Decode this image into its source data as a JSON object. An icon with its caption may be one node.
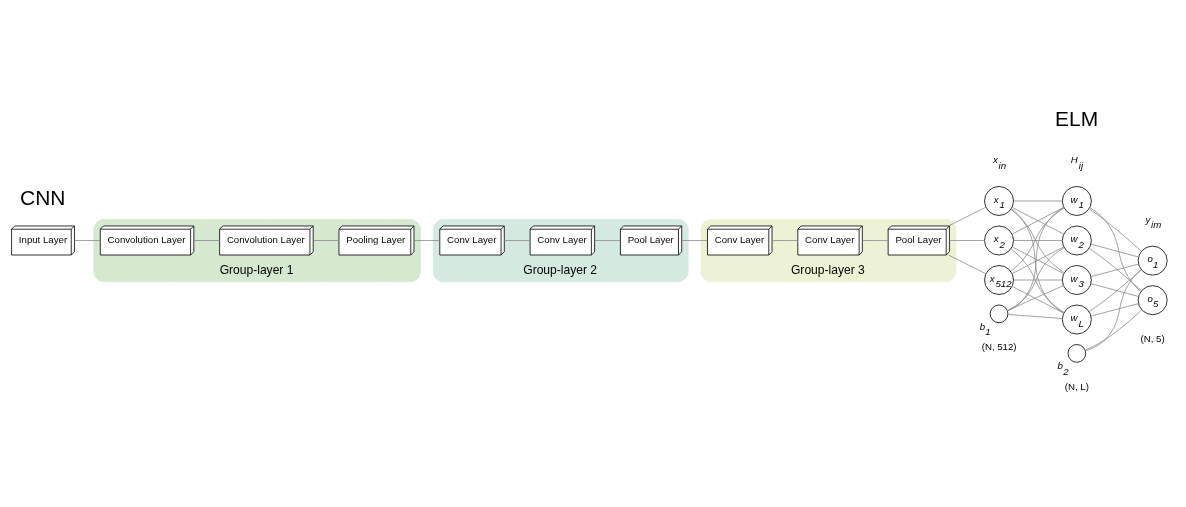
{
  "diagram": {
    "nodes": [
      {
        "text": [
          "Input Layer"
        ]
      },
      {
        "text": [
          "Group-layer 1"
        ]
      },
      {
        "text": [
          "Convolution Layer"
        ],
        "in": 1
      },
      {
        "text": [
          "Convolution Layer"
        ],
        "in": 1
      },
      {
        "text": [
          "Pooling Layer"
        ],
        "in": 1
      },
      {
        "text": [
          "Group-layer 2"
        ]
      },
      {
        "text": [
          "Conv Layer"
        ],
        "in": 5
      },
      {
        "text": [
          "Conv Layer"
        ],
        "in": 5
      },
      {
        "text": [
          "Pool Layer"
        ],
        "in": 5
      },
      {
        "text": [
          "Group-layer 3"
        ]
      },
      {
        "text": [
          "Conv Layer"
        ],
        "in": 9
      },
      {
        "text": [
          "Conv Layer"
        ],
        "in": 9
      },
      {
        "text": [
          "Pool Layer"
        ],
        "in": 9
      },
      {
        "text": [
          "x$_{1}$"
        ]
      },
      {
        "text": [
          "x$_{2}$"
        ]
      },
      {
        "text": [
          "x$_{512}$"
        ]
      },
      {
        "text": [],
        "shape": "circle",
        "beside": [
          "b$_{1}$"
        ]
      },
      {
        "text": [
          "w$_{1}$"
        ]
      },
      {
        "text": [
          "w$_{2}$"
        ]
      },
      {
        "text": [
          "w$_{3}$"
        ]
      },
      {
        "text": [
          "w$_{L}$"
        ]
      },
      {
        "text": [],
        "shape": "circle",
        "beside": [
          "b$_{2}$"
        ]
      },
      {
        "text": [
          "o$_{1}$"
        ]
      },
      {
        "text": [
          "o$_{5}$"
        ]
      }
    ],
    "edges": [
      {
        "from": 0,
        "to": 2,
        "arrow": "none"
      },
      {
        "from": 2,
        "to": 3,
        "arrow": "none"
      },
      {
        "from": 3,
        "to": 4,
        "arrow": "none"
      },
      {
        "from": 4,
        "to": 6,
        "arrow": "none"
      },
      {
        "from": 6,
        "to": 7,
        "arrow": "none"
      },
      {
        "from": 7,
        "to": 8,
        "arrow": "none"
      },
      {
        "from": 8,
        "to": 10,
        "arrow": "none"
      },
      {
        "from": 10,
        "to": 11,
        "arrow": "none"
      },
      {
        "from": 11,
        "to": 12,
        "arrow": "none"
      },
      {
        "from": 12,
        "to": 13,
        "arrow": "none"
      },
      {
        "from": 12,
        "to": 14,
        "arrow": "none"
      },
      {
        "from": 12,
        "to": 15,
        "arrow": "none"
      },
      {
        "from": 13,
        "to": 17,
        "arrow": "none"
      },
      {
        "from": 13,
        "to": 18,
        "arrow": "none"
      },
      {
        "from": 13,
        "to": 19,
        "arrow": "none"
      },
      {
        "from": 13,
        "to": 20,
        "arrow": "none"
      },
      {
        "from": 14,
        "to": 17,
        "arrow": "none"
      },
      {
        "from": 14,
        "to": 18,
        "arrow": "none"
      },
      {
        "from": 14,
        "to": 19,
        "arrow": "none"
      },
      {
        "from": 14,
        "to": 20,
        "arrow": "none"
      },
      {
        "from": 15,
        "to": 17,
        "arrow": "none"
      },
      {
        "from": 15,
        "to": 18,
        "arrow": "none"
      },
      {
        "from": 15,
        "to": 19,
        "arrow": "none"
      },
      {
        "from": 15,
        "to": 20,
        "arrow": "none"
      },
      {
        "from": 16,
        "to": 17,
        "arrow": "none"
      },
      {
        "from": 16,
        "to": 18,
        "arrow": "none"
      },
      {
        "from": 16,
        "to": 19,
        "arrow": "none"
      },
      {
        "from": 16,
        "to": 20,
        "arrow": "none"
      },
      {
        "from": 17,
        "to": 22,
        "arrow": "none"
      },
      {
        "from": 17,
        "to": 23,
        "arrow": "none"
      },
      {
        "from": 18,
        "to": 22,
        "arrow": "none"
      },
      {
        "from": 18,
        "to": 23,
        "arrow": "none"
      },
      {
        "from": 19,
        "to": 22,
        "arrow": "none"
      },
      {
        "from": 19,
        "to": 23,
        "arrow": "none"
      },
      {
        "from": 20,
        "to": 22,
        "arrow": "none"
      },
      {
        "from": 20,
        "to": 23,
        "arrow": "none"
      },
      {
        "from": 21,
        "to": 22,
        "arrow": "none"
      },
      {
        "from": 21,
        "to": 23,
        "arrow": "none"
      }
    ],
    "labels": [
      "CNN",
      "ELM",
      "H$_{ij}$",
      "x$_{in}$",
      "y$_{im}$",
      "(N, 512)",
      "(N, L)",
      "(N, 5)"
    ]
  }
}
